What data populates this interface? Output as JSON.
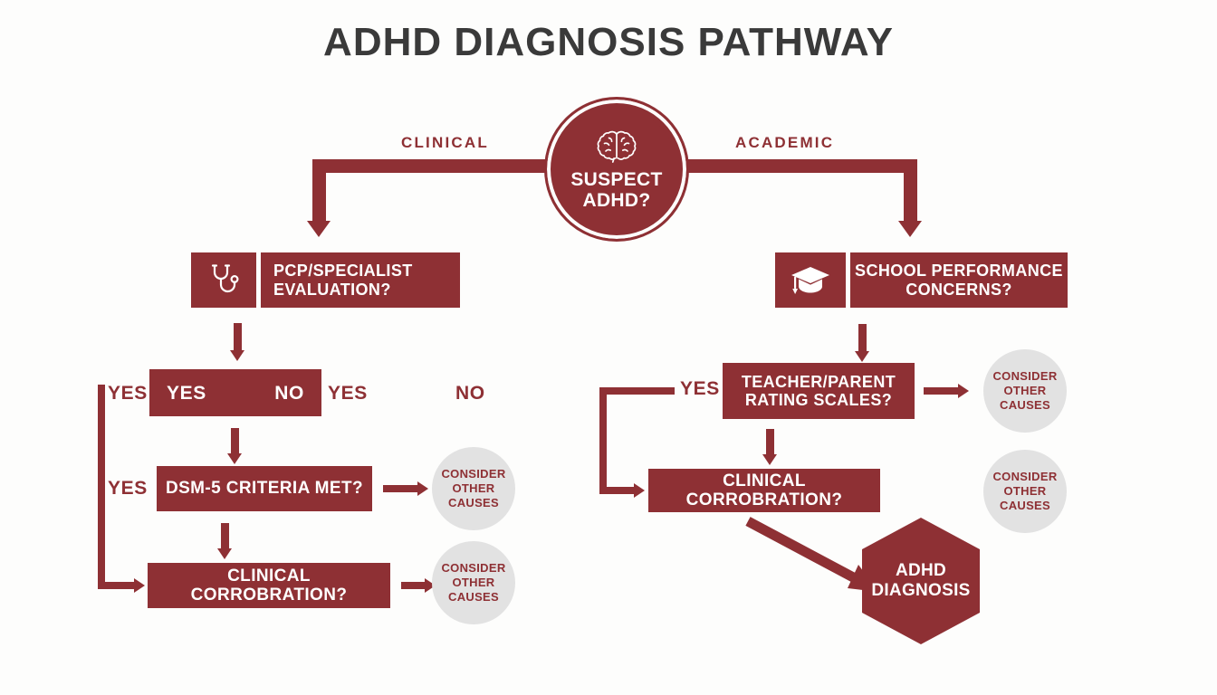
{
  "page": {
    "title": "ADHD DIAGNOSIS PATHWAY",
    "background_color": "#fdfdfc",
    "accent_color": "#8e3034",
    "muted_color": "#e2e2e2",
    "title_color": "#3a3a3a"
  },
  "hub": {
    "icon": "brain-icon",
    "line1": "SUSPECT",
    "line2": "ADHD?"
  },
  "branches": {
    "left_label": "CLINICAL",
    "right_label": "ACADEMIC"
  },
  "clinical": {
    "step1": {
      "icon": "stethoscope-icon",
      "line1": "PCP/SPECIALIST",
      "line2": "EVALUATION?"
    },
    "decision_box": {
      "yes": "YES",
      "no": "NO"
    },
    "outer_labels": {
      "yes_left": "YES",
      "yes_mid": "YES",
      "no_right": "NO",
      "yes_bracket": "YES"
    },
    "step2": "DSM-5 CRITERIA MET?",
    "step3": "CLINICAL CORROBRATION?",
    "outcome1": {
      "line1": "CONSIDER",
      "line2": "OTHER",
      "line3": "CAUSES"
    },
    "outcome2": {
      "line1": "CONSIDER",
      "line2": "OTHER",
      "line3": "CAUSES"
    }
  },
  "academic": {
    "step1": {
      "icon": "graduation-cap-icon",
      "line1": "SCHOOL PERFORMANCE",
      "line2": "CONCERNS?"
    },
    "yes_label": "YES",
    "step2": {
      "line1": "TEACHER/PARENT",
      "line2": "RATING SCALES?"
    },
    "step3": "CLINICAL CORROBRATION?",
    "outcome1": {
      "line1": "CONSIDER",
      "line2": "OTHER",
      "line3": "CAUSES"
    },
    "outcome2": {
      "line1": "CONSIDER",
      "line2": "OTHER",
      "line3": "CAUSES"
    },
    "diagnosis": {
      "line1": "ADHD",
      "line2": "DIAGNOSIS"
    }
  }
}
